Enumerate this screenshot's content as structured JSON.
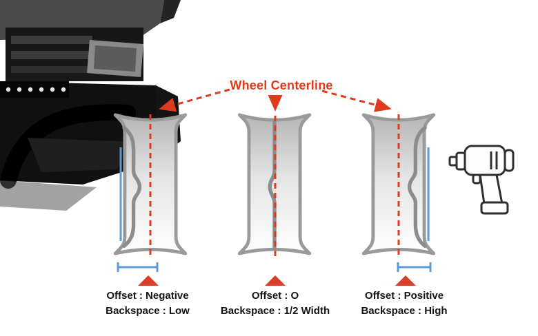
{
  "title": {
    "label": "Wheel Centerline"
  },
  "wheels": [
    {
      "name": "negative-offset",
      "offset_label": "Offset : Negative",
      "backspace_label": "Backspace : Low"
    },
    {
      "name": "zero-offset",
      "offset_label": "Offset : O",
      "backspace_label": "Backspace : 1/2 Width"
    },
    {
      "name": "positive-offset",
      "offset_label": "Offset : Positive",
      "backspace_label": "Backspace : High"
    }
  ],
  "colors": {
    "centerline_red": "#e03a1c",
    "pointer_triangle_red": "#d6402a",
    "measurement_blue": "#5b9bd5",
    "rim_gray": "#9a9a9a"
  },
  "icons": [
    {
      "name": "truck-photo"
    },
    {
      "name": "impact-wrench-icon"
    }
  ]
}
